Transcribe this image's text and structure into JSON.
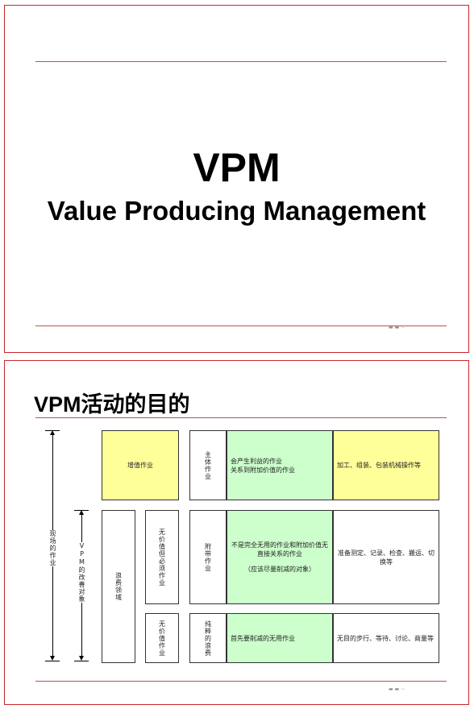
{
  "slide1": {
    "title": "VPM",
    "subtitle": "Value Producing Management"
  },
  "slide2": {
    "title": "VPM活动的目的",
    "outer_label": "现场的作业",
    "vpm_label": "VPM的改善对象",
    "rows": {
      "value_added": {
        "category": "增值作业",
        "type": "主体作业",
        "description": "会产生利益的作业\n关系到附加价值的作业",
        "examples": "加工、组装、包装机械操作等"
      },
      "waste_region": "浪费领域",
      "incidental": {
        "category": "无价值但必须作业",
        "type": "附带作业",
        "description": "不是完全无用的作业和附加价值无直接关系的作业",
        "note": "（应该尽量削减的对象）",
        "examples": "准备测定、记录、检查、搬运、切换等"
      },
      "pure_waste": {
        "category": "无价值作业",
        "type": "纯粹的浪费",
        "description": "首先要削减的无用作业",
        "examples": "无目的步行、等待、讨论、商量等"
      }
    }
  },
  "colors": {
    "border": "#c9272d",
    "rule": "#c0504d",
    "yellow": "#ffff99",
    "green": "#ccffcc"
  }
}
